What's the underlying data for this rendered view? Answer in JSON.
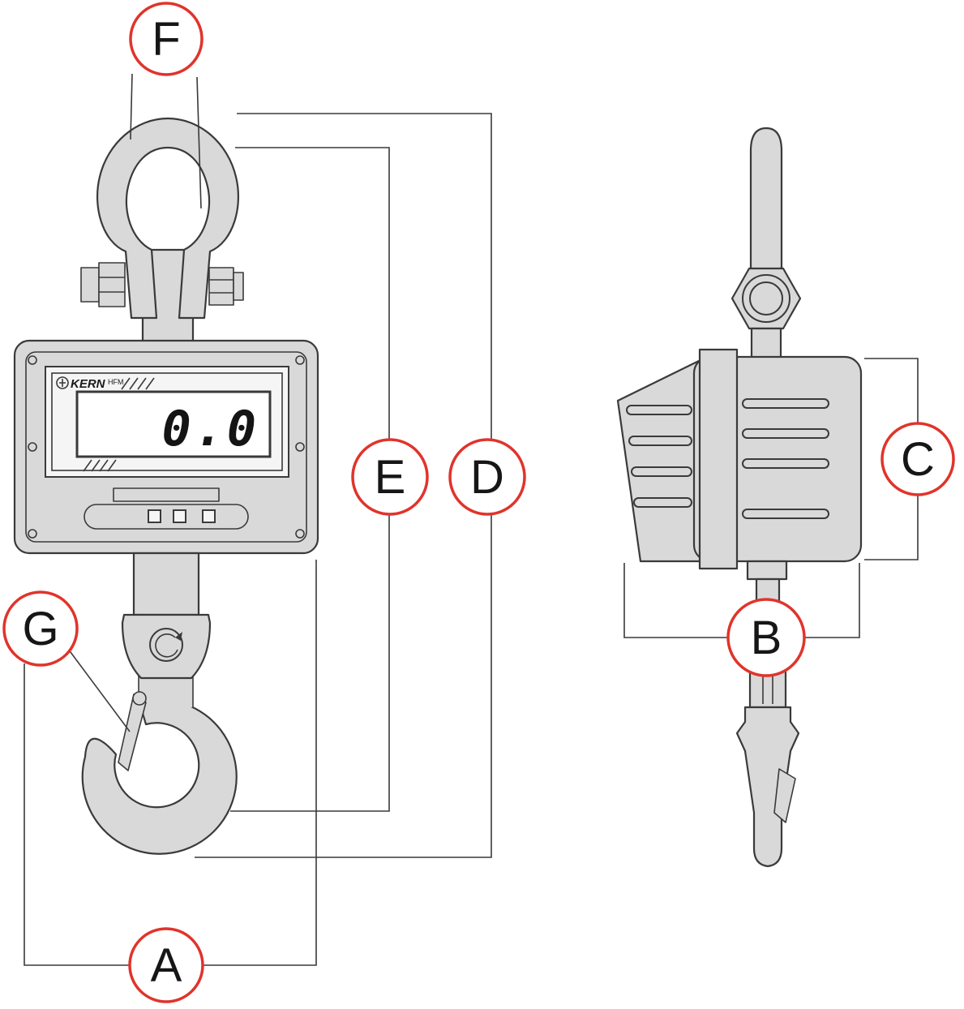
{
  "figure": {
    "display": {
      "value": "0.0",
      "brand": "KERN",
      "model": "HFM"
    },
    "callouts": {
      "A": "A",
      "B": "B",
      "C": "C",
      "D": "D",
      "E": "E",
      "F": "F",
      "G": "G"
    },
    "colors": {
      "callout": "#e0342b",
      "body": "#d9d9d9",
      "outline": "#3a3a3a"
    }
  }
}
